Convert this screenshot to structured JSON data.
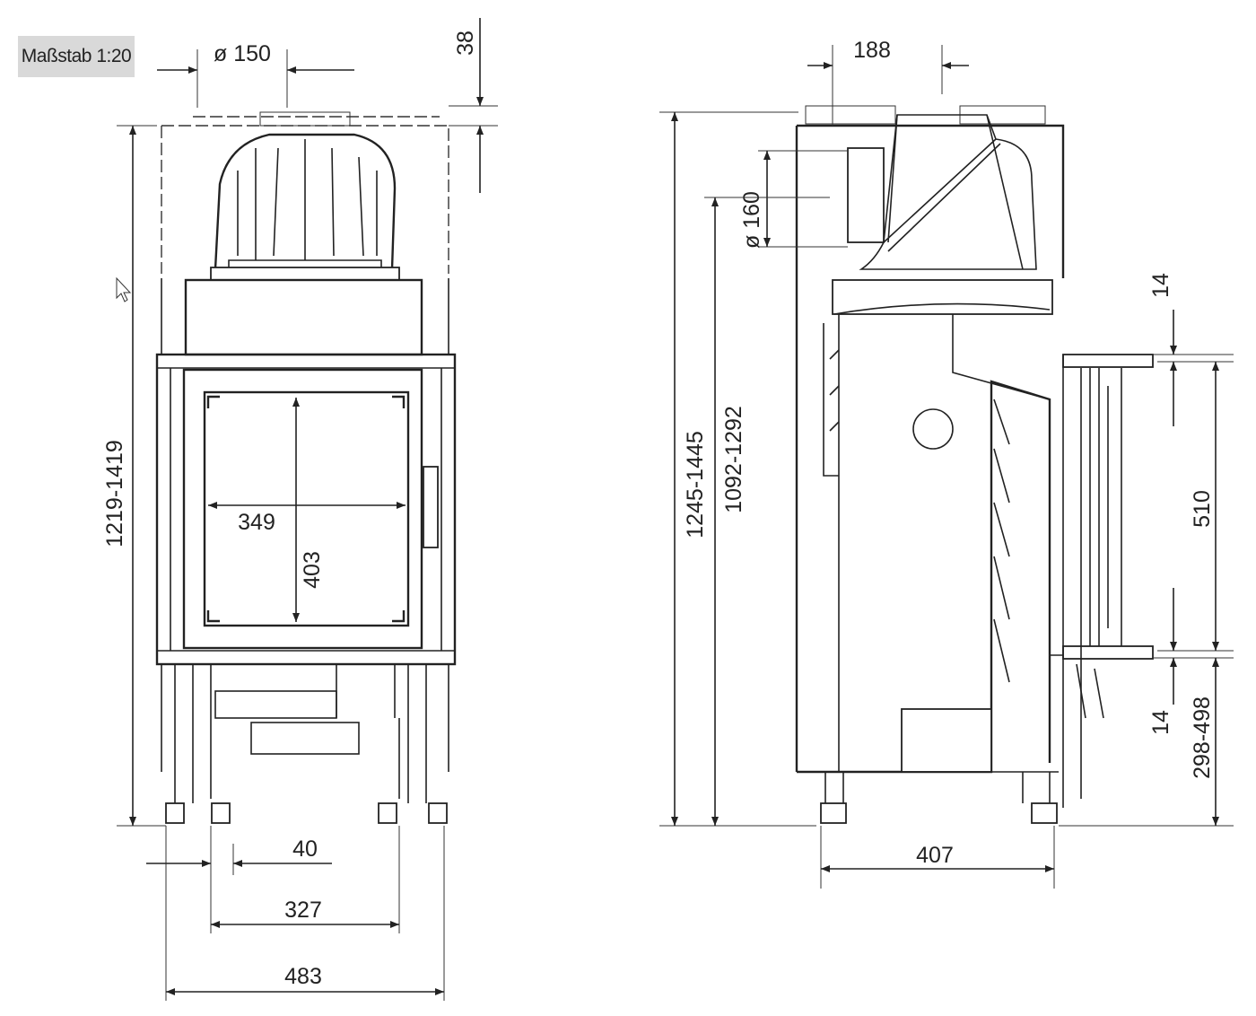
{
  "scale_label": "Maßstab 1:20",
  "front_view": {
    "flue_diameter": "ø 150",
    "top_offset": "38",
    "total_height": "1219-1419",
    "glass_width": "349",
    "glass_height": "403",
    "leg_offset": "40",
    "leg_spacing": "327",
    "total_width": "483"
  },
  "side_view": {
    "flue_offset": "188",
    "air_inlet_diameter": "ø 160",
    "total_height": "1245-1445",
    "flue_height": "1092-1292",
    "frame_top": "14",
    "door_height": "510",
    "frame_bottom": "14",
    "door_base_height": "298-498",
    "depth": "407"
  }
}
